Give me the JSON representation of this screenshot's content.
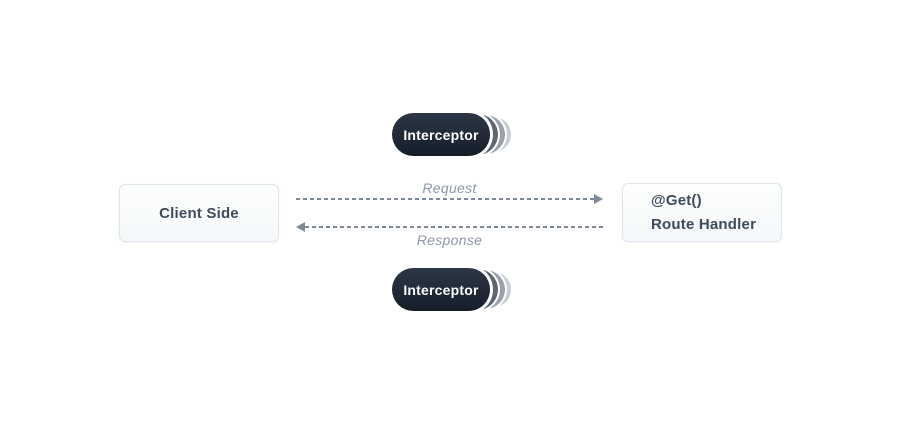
{
  "diagram": {
    "client_box": {
      "label": "Client Side"
    },
    "route_handler_box": {
      "decorator": "@Get()",
      "label": "Route Handler"
    },
    "interceptors": {
      "top_label": "Interceptor",
      "bottom_label": "Interceptor"
    },
    "arrows": {
      "request": {
        "label": "Request",
        "direction": "left-to-right"
      },
      "response": {
        "label": "Response",
        "direction": "right-to-left"
      }
    },
    "colors": {
      "background": "#ffffff",
      "box_border": "#dee5ec",
      "box_fill": "#f7fafc",
      "box_text": "#3d4c5c",
      "pill_dark": "#1c2734",
      "pill_echo_1": "#5d6772",
      "pill_echo_2": "#99a1aa",
      "pill_echo_3": "#c8cdd3",
      "pill_text": "#ffffff",
      "arrow": "#7f8a98",
      "arrow_label": "#8d97a5"
    }
  }
}
